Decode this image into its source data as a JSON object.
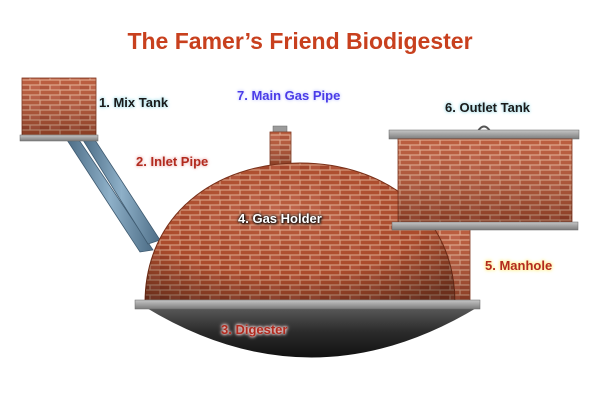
{
  "title": "The Famer’s Friend Biodigester",
  "labels": {
    "mix_tank": "1. Mix Tank",
    "inlet_pipe": "2. Inlet Pipe",
    "digester": "3. Digester",
    "gas_holder": "4. Gas Holder",
    "manhole": "5. Manhole",
    "outlet_tank": "6. Outlet Tank",
    "main_gas_pipe": "7. Main Gas Pipe"
  },
  "colors": {
    "title": "#c8401e",
    "brick": "#b5502e",
    "mortar": "#e3a98a",
    "slab": "#9a9a9a",
    "pipe": "#6d8ea8",
    "digester": "#2a2a2a"
  }
}
